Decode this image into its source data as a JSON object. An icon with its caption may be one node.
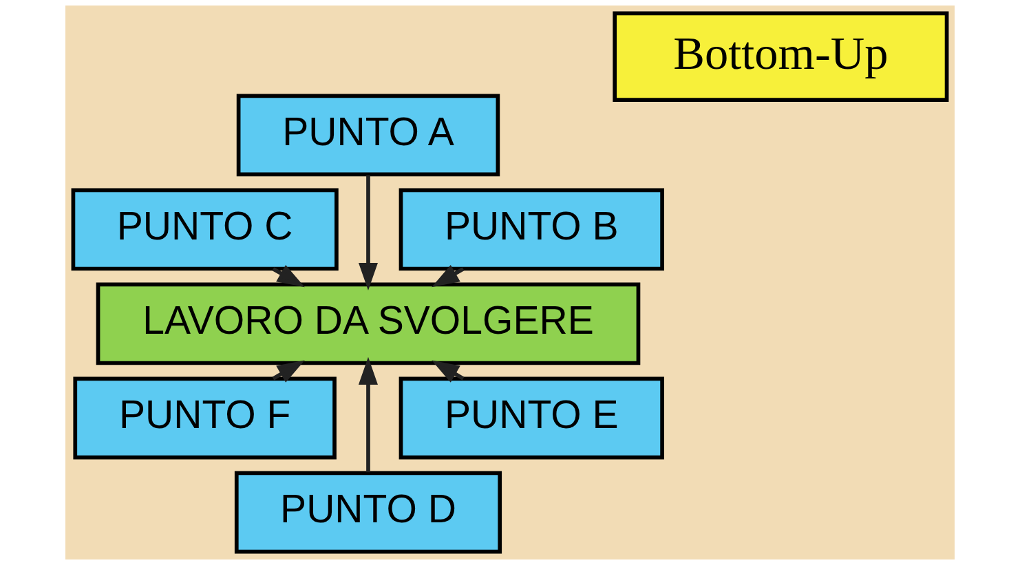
{
  "diagram": {
    "nodes": [
      {
        "text": [
          "PUNTO B"
        ]
      },
      {
        "text": [
          "PUNTO A"
        ]
      },
      {
        "text": [
          "PUNTO C"
        ]
      },
      {
        "text": [
          "LAVORO DA SVOLGERE"
        ]
      },
      {
        "text": [
          "PUNTO F"
        ]
      },
      {
        "text": [
          "PUNTO D"
        ]
      },
      {
        "text": [
          "PUNTO E"
        ]
      },
      {
        "text": [
          "Bottom-Up"
        ]
      }
    ],
    "edges": [
      {
        "from": 0,
        "to": 3,
        "arrow": "to"
      },
      {
        "from": 1,
        "to": 3,
        "arrow": "to"
      },
      {
        "from": 2,
        "to": 3,
        "arrow": "to"
      },
      {
        "from": 4,
        "to": 3,
        "arrow": "to"
      },
      {
        "from": 5,
        "to": 3,
        "arrow": "to"
      },
      {
        "from": 6,
        "to": 3,
        "arrow": "to"
      }
    ]
  }
}
